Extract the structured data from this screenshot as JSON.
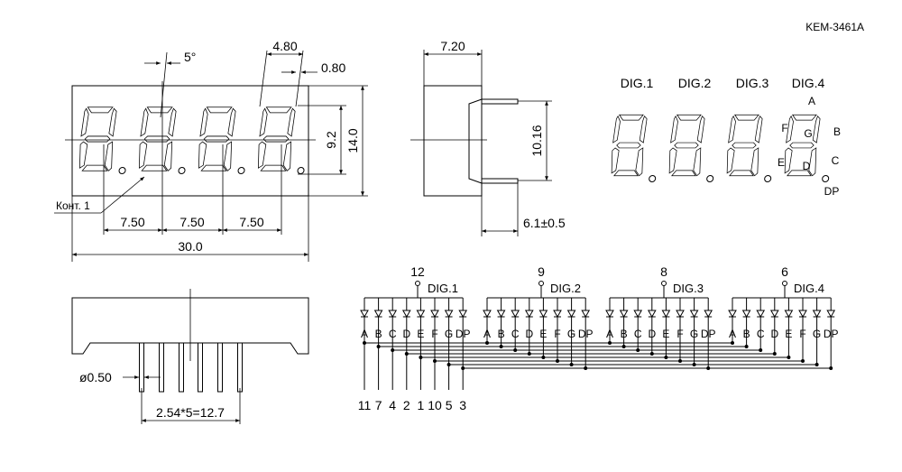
{
  "part_number": "KEM-3461A",
  "front_view": {
    "angle": "5°",
    "width_total": "30.0",
    "digit_pitch": [
      "7.50",
      "7.50",
      "7.50"
    ],
    "height_body": "14.0",
    "height_digit": "9.2",
    "segment_width": "4.80",
    "segment_stroke": "0.80",
    "pin1_label": "Конт. 1"
  },
  "side_view": {
    "depth": "7.20",
    "pin_row_spacing": "10.16",
    "pin_length": "6.1±0.5"
  },
  "bottom_view": {
    "pin_diameter": "ø0.50",
    "pin_pitch": "2.54*5=12.7"
  },
  "digit_map": {
    "digits": [
      "DIG.1",
      "DIG.2",
      "DIG.3",
      "DIG.4"
    ],
    "segments": [
      "A",
      "B",
      "C",
      "D",
      "E",
      "F",
      "G",
      "DP"
    ]
  },
  "circuit": {
    "groups": [
      {
        "pin": "12",
        "name": "DIG.1",
        "labels": [
          "A",
          "B",
          "C",
          "D",
          "E",
          "F",
          "G",
          "DP"
        ]
      },
      {
        "pin": "9",
        "name": "DIG.2",
        "labels": [
          "A",
          "B",
          "C",
          "D",
          "E",
          "F",
          "G",
          "DP"
        ]
      },
      {
        "pin": "8",
        "name": "DIG.3",
        "labels": [
          "A",
          "B",
          "C",
          "D",
          "E",
          "F",
          "G",
          "DP"
        ]
      },
      {
        "pin": "6",
        "name": "DIG.4",
        "labels": [
          "A",
          "B",
          "C",
          "D",
          "E",
          "F",
          "G",
          "DP"
        ]
      }
    ],
    "segment_pins": [
      "11",
      "7",
      "4",
      "2",
      "1",
      "10",
      "5",
      "3"
    ]
  }
}
